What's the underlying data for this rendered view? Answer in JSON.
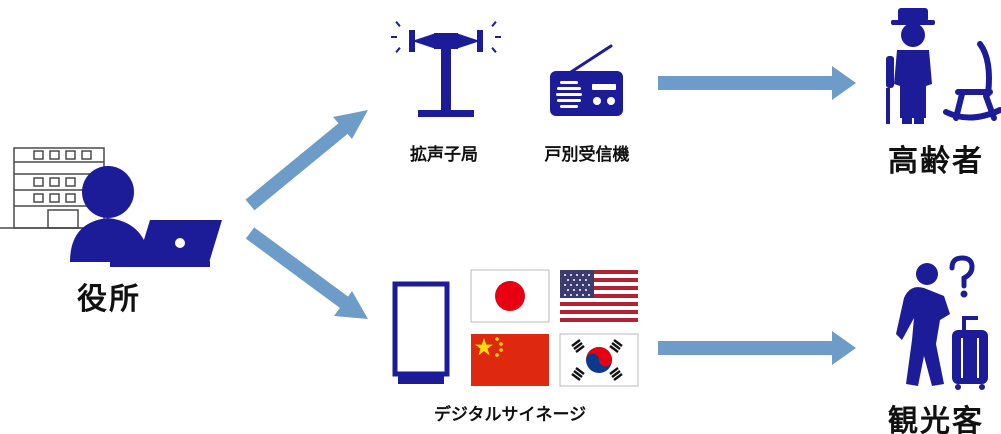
{
  "labels": {
    "city_office": "役所",
    "loudspeaker": "拡声子局",
    "home_receiver": "戸別受信機",
    "signage": "デジタルサイネージ",
    "elderly": "高齢者",
    "tourists": "観光客"
  },
  "colors": {
    "icon": "#1c1c99",
    "arrow": "#6e9cc8",
    "building": "#4a4a4a",
    "flag_red": "#e60012",
    "flag_blue": "#0b3a8c",
    "us_blue": "#3c3b6e",
    "us_red": "#b22234"
  },
  "icons": [
    "building-icon",
    "office-worker-icon",
    "laptop-icon",
    "loudspeaker-tower-icon",
    "radio-receiver-icon",
    "signage-panel-icon",
    "japan-flag-icon",
    "usa-flag-icon",
    "china-flag-icon",
    "korea-flag-icon",
    "elderly-person-icon",
    "rocking-chair-icon",
    "tourist-icon",
    "suitcase-icon",
    "question-mark-icon"
  ]
}
